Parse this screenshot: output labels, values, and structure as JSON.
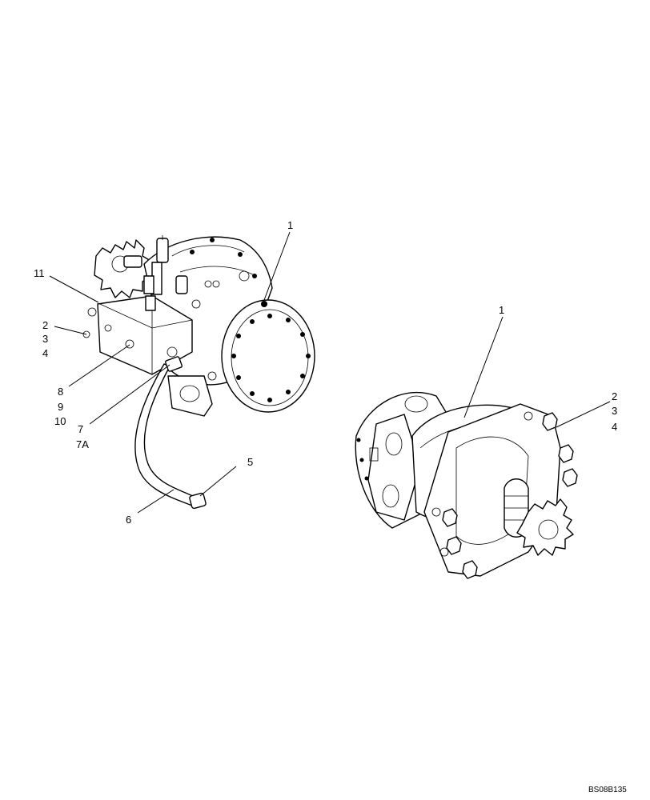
{
  "callouts": {
    "left_1": "1",
    "left_11": "11",
    "left_2": "2",
    "left_3": "3",
    "left_4": "4",
    "left_8": "8",
    "left_9": "9",
    "left_10": "10",
    "left_7": "7",
    "left_7a": "7A",
    "left_5": "5",
    "left_6": "6",
    "right_1": "1",
    "right_2": "2",
    "right_3": "3",
    "right_4": "4"
  },
  "reference_code": "BS08B135"
}
